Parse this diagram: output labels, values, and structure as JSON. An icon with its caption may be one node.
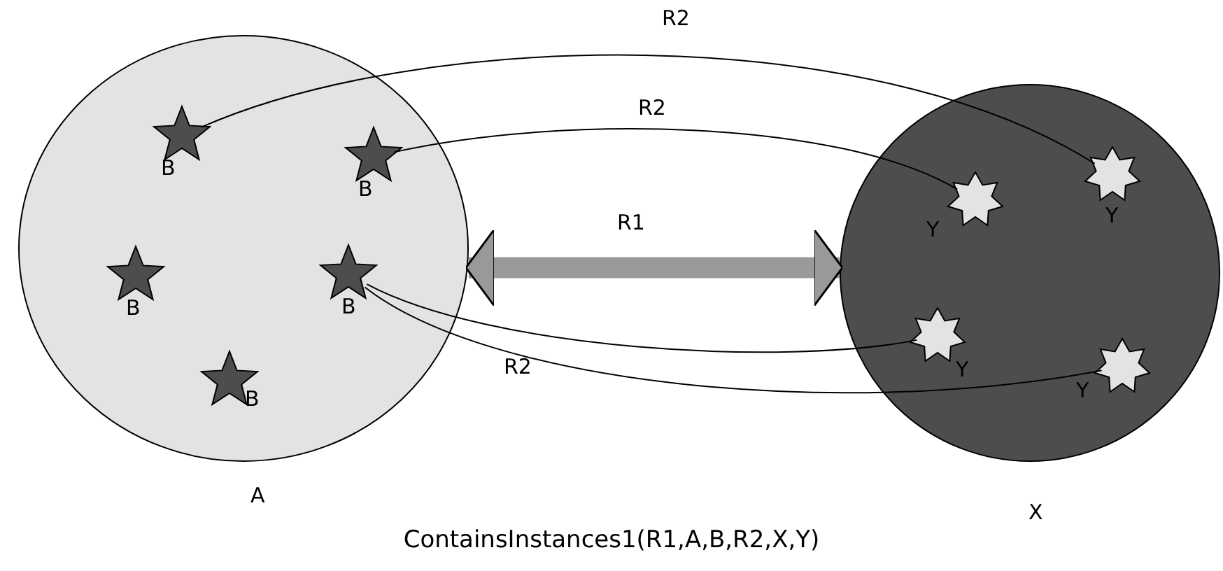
{
  "diagram": {
    "caption": "ContainsInstances1(R1,A,B,R2,X,Y)",
    "nodes": [
      {
        "text": [
          "A"
        ]
      },
      {
        "text": [
          "B"
        ],
        "in": 0
      },
      {
        "text": [
          "B"
        ],
        "in": 0
      },
      {
        "text": [
          "B"
        ],
        "in": 0
      },
      {
        "text": [
          "B"
        ],
        "in": 0
      },
      {
        "text": [
          "B"
        ],
        "in": 0
      },
      {
        "text": [
          "X"
        ]
      },
      {
        "text": [
          "Y"
        ],
        "in": 6
      },
      {
        "text": [
          "Y"
        ],
        "in": 6
      },
      {
        "text": [
          "Y"
        ],
        "in": 6
      },
      {
        "text": [
          "Y"
        ],
        "in": 6
      }
    ],
    "edges": [
      {
        "from": 1,
        "to": 8,
        "arrow": "none",
        "label": "R2"
      },
      {
        "from": 2,
        "to": 7,
        "arrow": "none",
        "label": "R2"
      },
      {
        "from": 4,
        "to": 9,
        "arrow": "none",
        "label": "R2"
      },
      {
        "from": 4,
        "to": 10,
        "arrow": "none"
      },
      {
        "from": 0,
        "to": 6,
        "arrow": "both",
        "label": "R1",
        "style": "thick",
        "color": "#999999"
      }
    ]
  }
}
